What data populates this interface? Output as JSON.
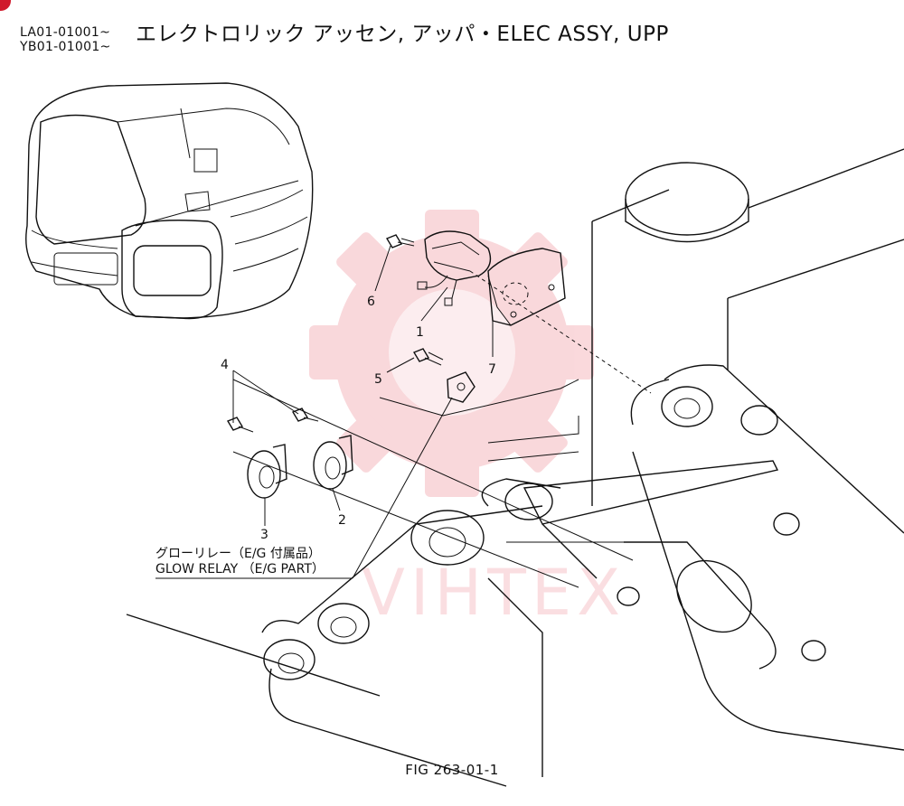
{
  "header": {
    "serial_1": "LA01-01001~",
    "serial_2": "YB01-01001~",
    "title": "エレクトロリック アッセン, アッパ・ELEC ASSY, UPP"
  },
  "callouts": {
    "c1": "1",
    "c2": "2",
    "c3": "3",
    "c4": "4",
    "c5": "5",
    "c6": "6",
    "c7": "7"
  },
  "glow_relay": {
    "label_jp": "グローリレー（E/G 付属品）",
    "label_en": "GLOW RELAY （E/G PART）"
  },
  "watermark": {
    "text": "VIHTEX",
    "color": "#e8505f"
  },
  "figure": {
    "caption": "FIG 263-01-1"
  }
}
